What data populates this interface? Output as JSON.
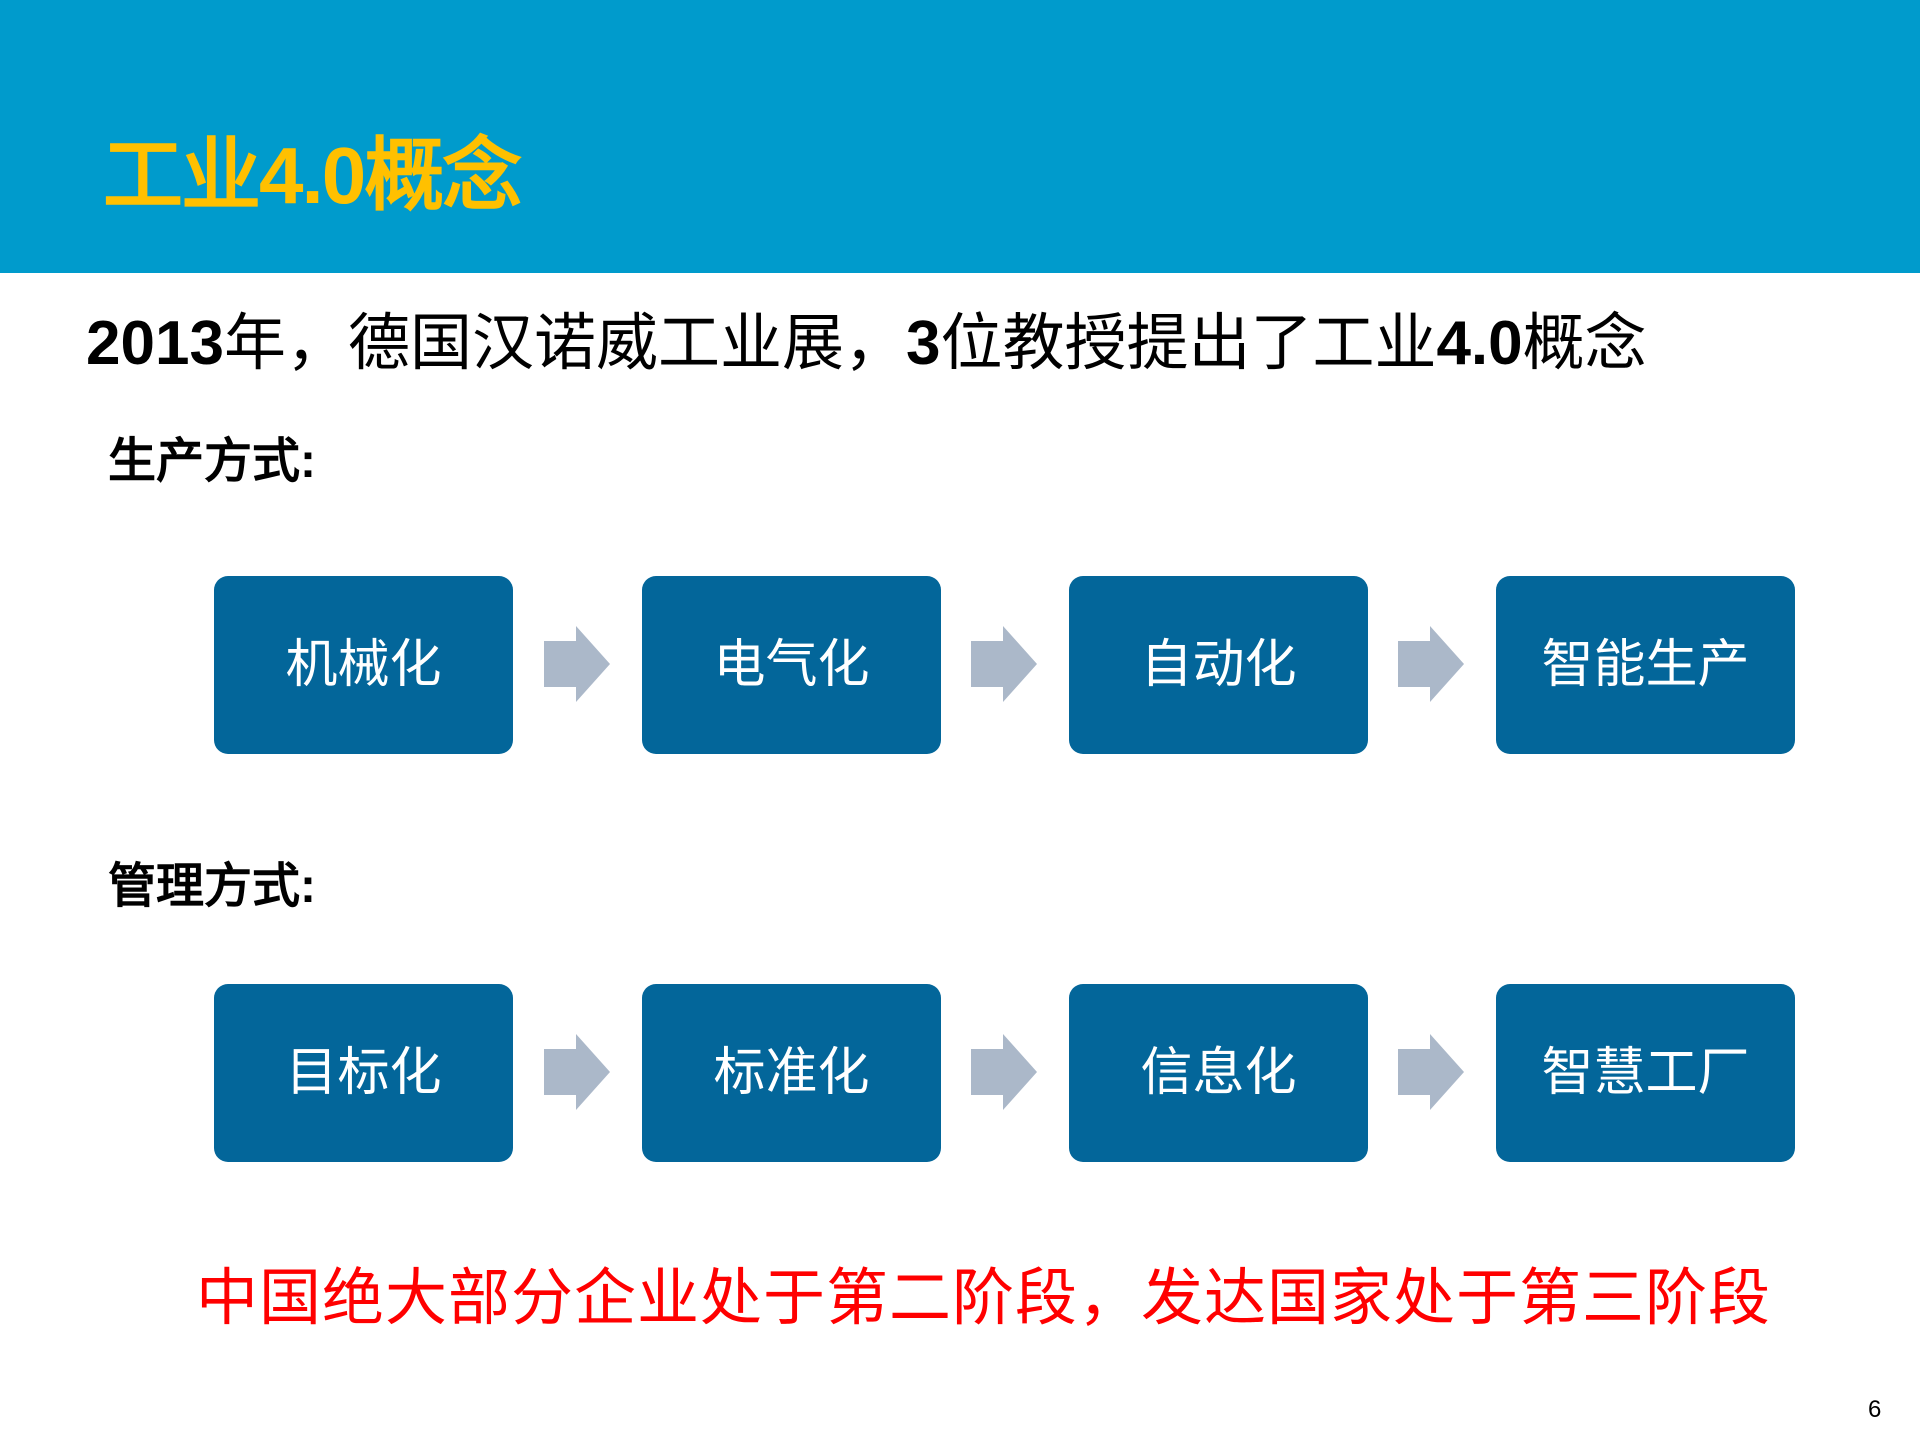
{
  "colors": {
    "header_bg": "#009BCC",
    "title": "#FFC000",
    "box_bg": "#03669A",
    "box_text": "#FFFFFF",
    "arrow": "#ABB8C9",
    "conclusion": "#FF0000"
  },
  "header": {
    "title": "工业4.0概念"
  },
  "subtitle": {
    "year": "2013",
    "part1": "年，德国汉诺威工业展，",
    "count": "3",
    "part2": "位教授提出了工业",
    "version": "4.0",
    "part3": "概念"
  },
  "production": {
    "label": "生产方式:",
    "steps": [
      {
        "label": "机械化"
      },
      {
        "label": "电气化"
      },
      {
        "label": "自动化"
      },
      {
        "label": "智能生产"
      }
    ],
    "arrow_icon": "right-arrow-icon"
  },
  "management": {
    "label": "管理方式:",
    "steps": [
      {
        "label": "目标化"
      },
      {
        "label": "标准化"
      },
      {
        "label": "信息化"
      },
      {
        "label": "智慧工厂"
      }
    ],
    "arrow_icon": "right-arrow-icon"
  },
  "conclusion": {
    "text": "中国绝大部分企业处于第二阶段，发达国家处于第三阶段"
  },
  "footer": {
    "page_number": "6"
  }
}
